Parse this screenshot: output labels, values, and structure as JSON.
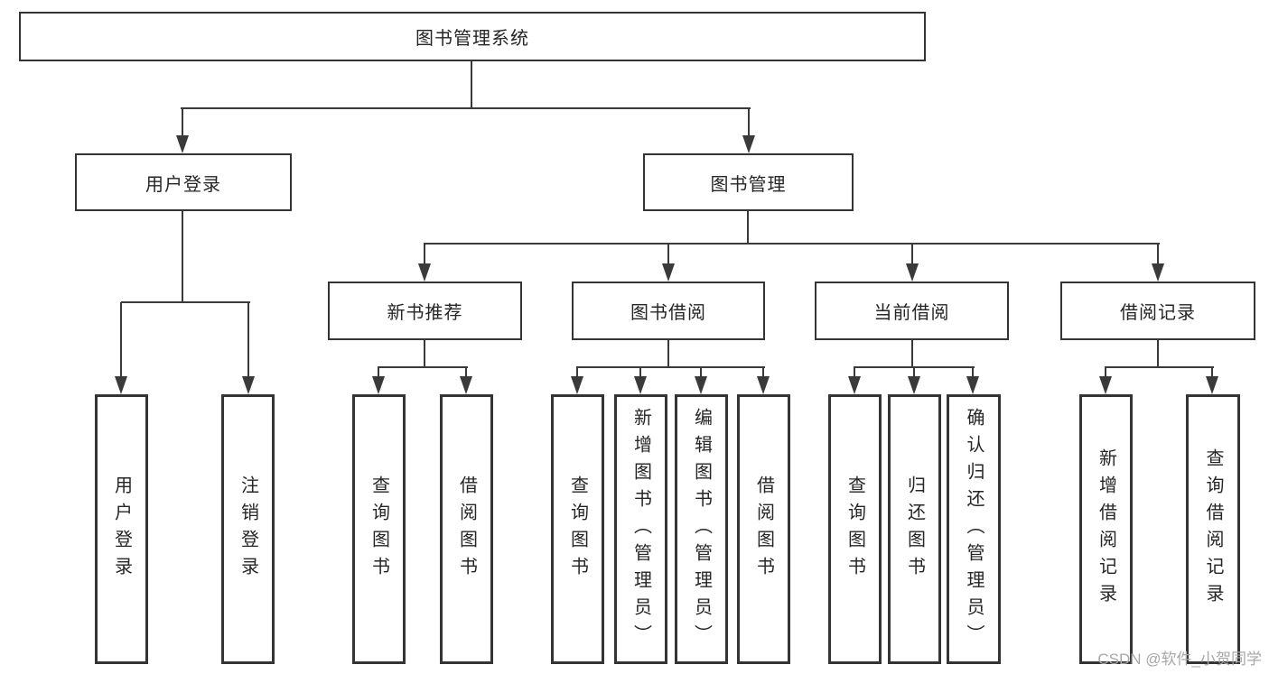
{
  "tree": {
    "root_label": "图书管理系统",
    "branches": [
      {
        "label": "用户登录",
        "leaves": [
          "用户登录",
          "注销登录"
        ]
      },
      {
        "label": "图书管理",
        "groups": [
          {
            "label": "新书推荐",
            "leaves": [
              "查询图书",
              "借阅图书"
            ]
          },
          {
            "label": "图书借阅",
            "leaves": [
              "查询图书",
              "新增图书（管理员）",
              "编辑图书（管理员）",
              "借阅图书"
            ]
          },
          {
            "label": "当前借阅",
            "leaves": [
              "查询图书",
              "归还图书",
              "确认归还（管理员）"
            ]
          },
          {
            "label": "借阅记录",
            "leaves": [
              "新增借阅记录",
              "查询借阅记录"
            ]
          }
        ]
      }
    ]
  },
  "watermark": {
    "text": "CSDN @软件_小贺同学"
  },
  "colors": {
    "line": "#3a3a3a",
    "box_border": "#343434",
    "text": "#262626",
    "watermark": "#a8a8a8",
    "background": "#ffffff"
  }
}
